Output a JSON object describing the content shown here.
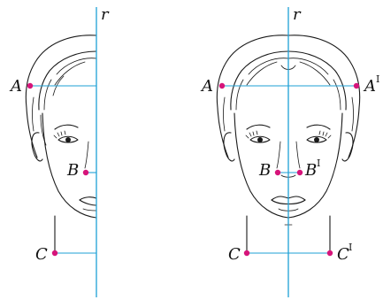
{
  "figure": {
    "left_panel": {
      "axis_label": "r",
      "points": {
        "A": "A",
        "B": "B",
        "C": "C"
      }
    },
    "right_panel": {
      "axis_label": "r",
      "points": {
        "A": "A",
        "A_prime": "A",
        "B": "B",
        "B_prime": "B",
        "C": "C",
        "C_prime": "C"
      },
      "prime_mark": "I"
    },
    "colors": {
      "axis": "#1ea0d6",
      "point": "#d6147a",
      "ink": "#1a1a1a"
    }
  }
}
